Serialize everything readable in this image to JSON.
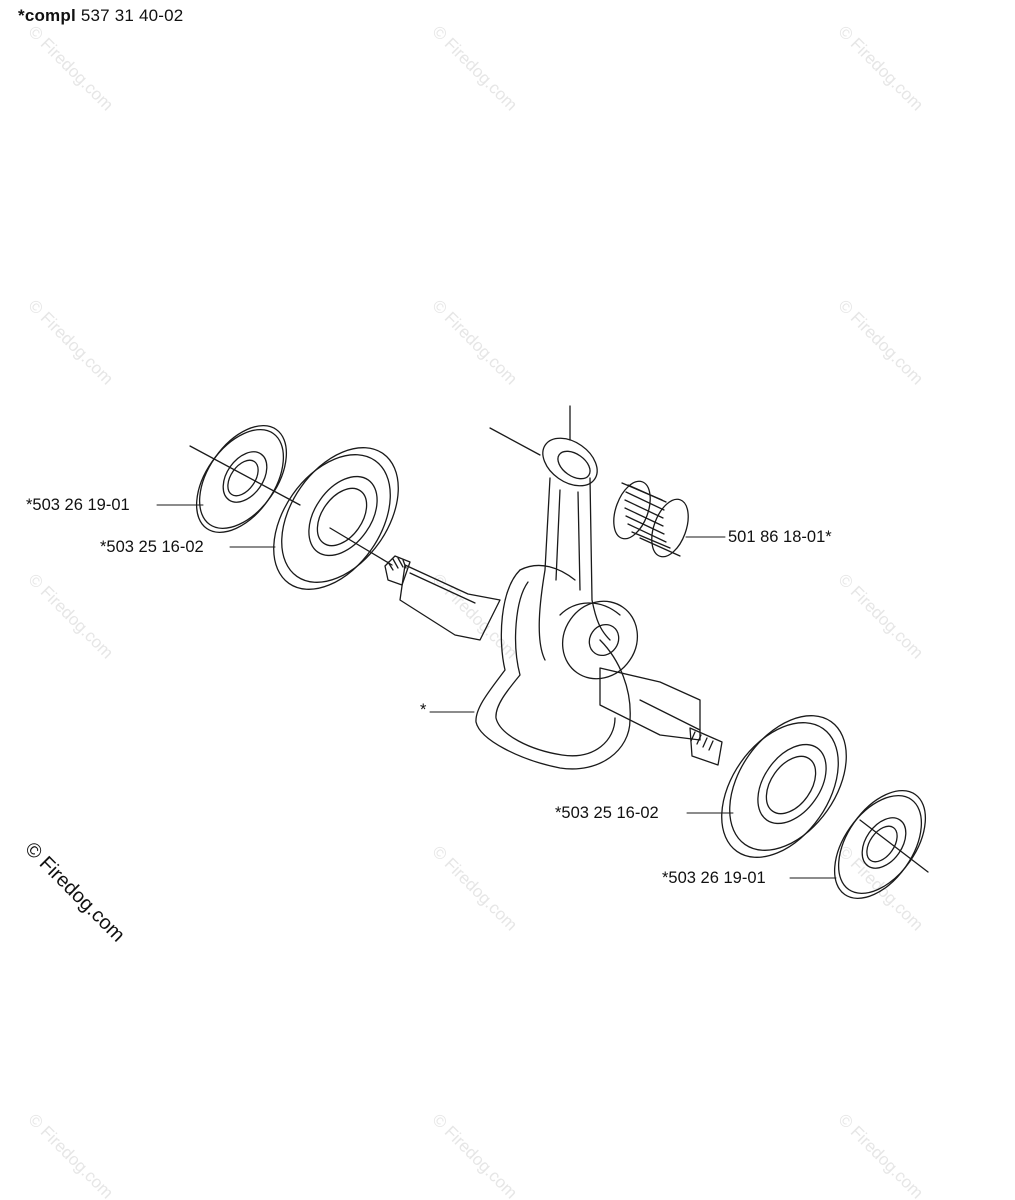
{
  "header": {
    "prefix": "*compl",
    "number": "537 31 40-02"
  },
  "labels": {
    "seal_top": "*503 26 19-01",
    "bearing_top": "*503 25 16-02",
    "needle_bearing": "501 86 18-01*",
    "crankshaft": "*",
    "bearing_bottom": "*503 25 16-02",
    "seal_bottom": "*503 26 19-01"
  },
  "watermark": {
    "text": "© Firedog.com"
  }
}
